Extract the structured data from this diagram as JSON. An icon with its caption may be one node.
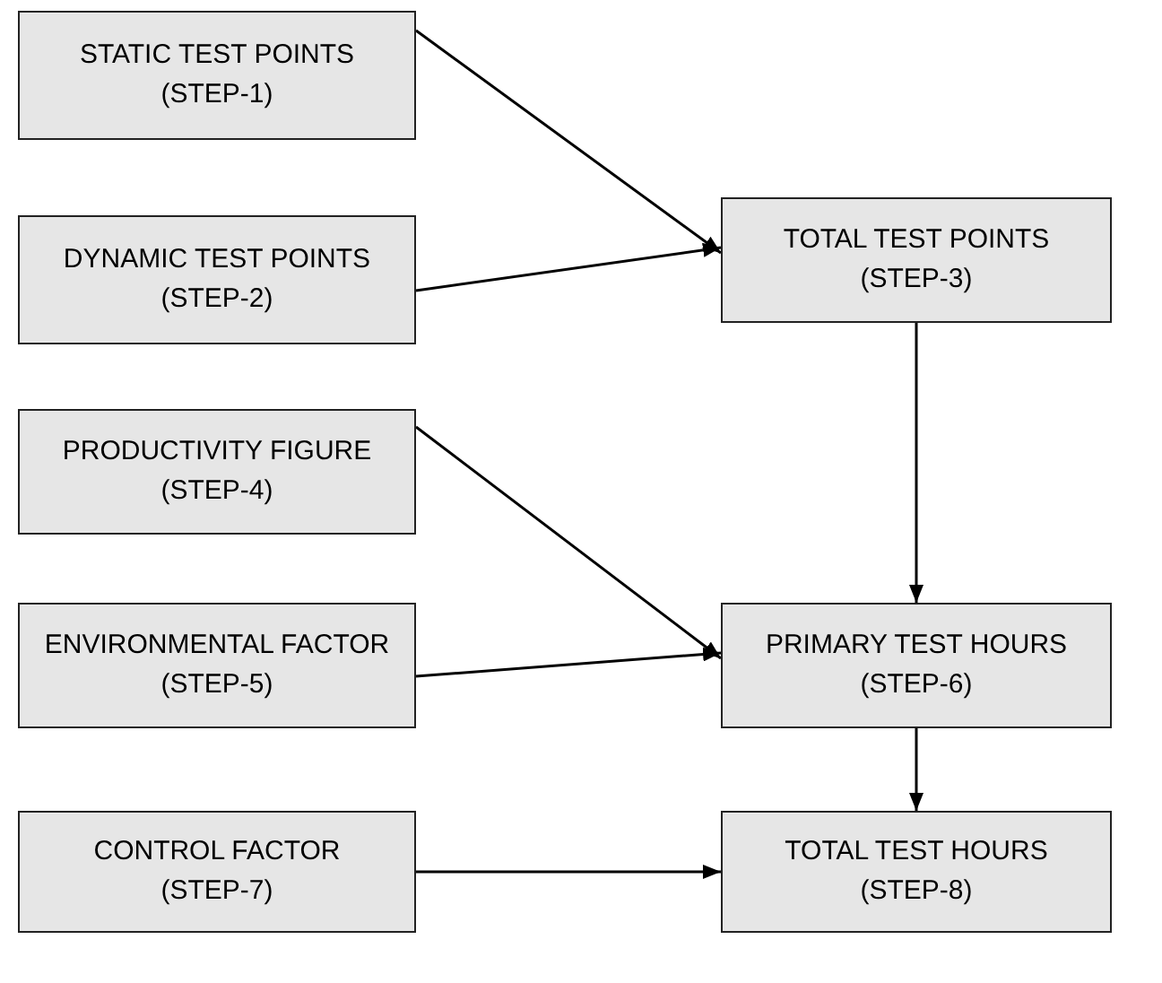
{
  "diagram": {
    "nodes": [
      {
        "text": [
          "STATIC TEST POINTS",
          "(STEP-1)"
        ]
      },
      {
        "text": [
          "DYNAMIC TEST POINTS",
          "(STEP-2)"
        ]
      },
      {
        "text": [
          "TOTAL TEST POINTS",
          "(STEP-3)"
        ]
      },
      {
        "text": [
          "PRODUCTIVITY FIGURE",
          "(STEP-4)"
        ]
      },
      {
        "text": [
          "ENVIRONMENTAL FACTOR",
          "(STEP-5)"
        ]
      },
      {
        "text": [
          "PRIMARY TEST HOURS",
          "(STEP-6)"
        ]
      },
      {
        "text": [
          "CONTROL FACTOR",
          "(STEP-7)"
        ]
      },
      {
        "text": [
          "TOTAL TEST HOURS",
          "(STEP-8)"
        ]
      }
    ],
    "edges": [
      {
        "from": 0,
        "to": 2,
        "arrow": "to"
      },
      {
        "from": 1,
        "to": 2,
        "arrow": "to"
      },
      {
        "from": 2,
        "to": 5,
        "arrow": "to"
      },
      {
        "from": 3,
        "to": 5,
        "arrow": "to"
      },
      {
        "from": 4,
        "to": 5,
        "arrow": "to"
      },
      {
        "from": 5,
        "to": 7,
        "arrow": "to"
      },
      {
        "from": 6,
        "to": 7,
        "arrow": "to"
      }
    ]
  }
}
